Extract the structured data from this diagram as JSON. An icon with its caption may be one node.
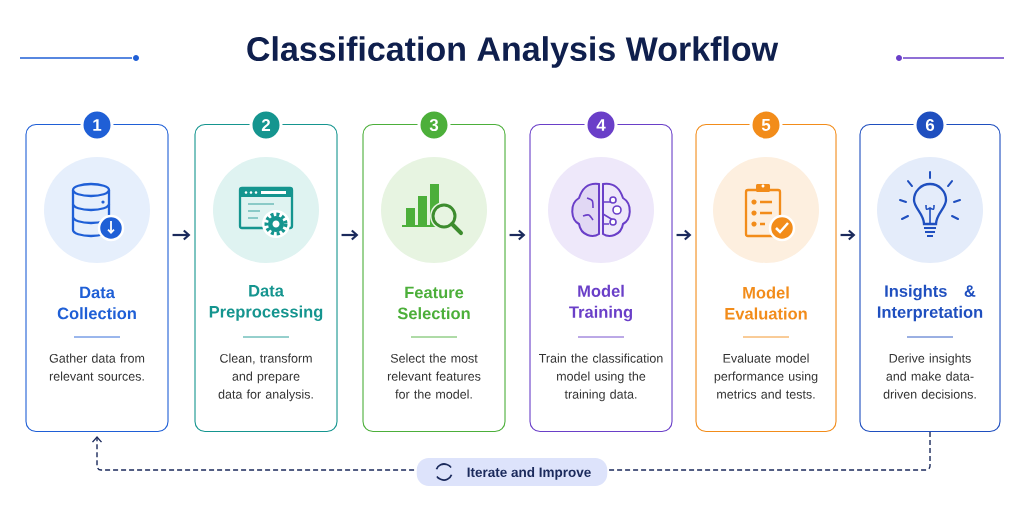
{
  "diagram": {
    "title": "Classification Analysis Workflow",
    "nodes": [
      {
        "text": [
          "Data Collection",
          "Gather data from relevant sources."
        ]
      },
      {
        "text": [
          "Data Preprocessing",
          "Clean, transform and prepare data for analysis."
        ]
      },
      {
        "text": [
          "Feature Selection",
          "Select the most relevant features for the model."
        ]
      },
      {
        "text": [
          "Model Training",
          "Train the classification model using the training data."
        ]
      },
      {
        "text": [
          "Model Evaluation",
          "Evaluate model performance using metrics and tests."
        ]
      },
      {
        "text": [
          "Insights & Interpretation",
          "Derive insights and make data-driven decisions."
        ]
      },
      {
        "text": [
          "1"
        ]
      },
      {
        "text": [
          "2"
        ]
      },
      {
        "text": [
          "3"
        ]
      },
      {
        "text": [
          "4"
        ]
      },
      {
        "text": [
          "5"
        ]
      },
      {
        "text": [
          "6"
        ]
      }
    ],
    "edges": [
      {
        "from": 0,
        "to": 1,
        "arrow": "to"
      },
      {
        "from": 1,
        "to": 2,
        "arrow": "to"
      },
      {
        "from": 2,
        "to": 3,
        "arrow": "to"
      },
      {
        "from": 3,
        "to": 4,
        "arrow": "to"
      },
      {
        "from": 4,
        "to": 5,
        "arrow": "to"
      },
      {
        "from": 5,
        "to": 0,
        "arrow": "to",
        "label": "Iterate and Improve",
        "style": "dashed"
      }
    ]
  }
}
